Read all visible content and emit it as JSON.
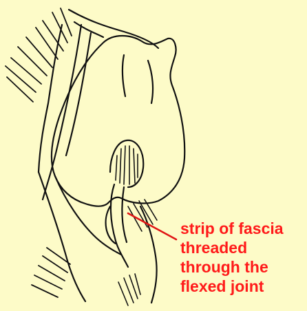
{
  "background_color": "#fdfbc8",
  "ink_color": "#111111",
  "label_color": "#ff1a1a",
  "annotation": {
    "lines": [
      "strip of fascia",
      "threaded",
      "through the",
      "flexed joint"
    ]
  }
}
